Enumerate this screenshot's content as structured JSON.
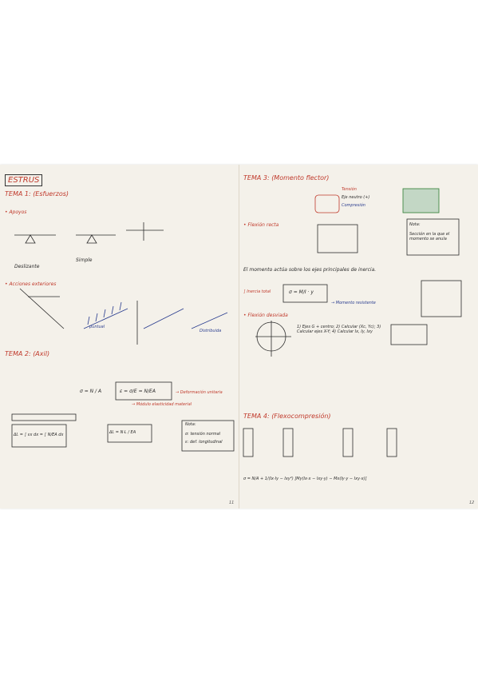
{
  "left_page": {
    "title": "ESTRUS",
    "tema1": "TEMA 1: (Esfuerzos)",
    "apoyos": "• Apoyos",
    "deslizante": "Deslizante",
    "simple": "Simple",
    "acciones": "• Acciones exteriores",
    "puntual": "puntual",
    "distribuida": "Distribuida",
    "tema2": "TEMA 2: (Axil)",
    "sigma_formula": "σ = N / A",
    "epsilon_formula": "ε = σ/E = N/EA",
    "def_unitaria": "→ Deformación unitaria",
    "modulo_elasticidad": "→ Módulo elasticidad material",
    "integral_formula": "ΔL = ∫ εx dx = ∫ N/EA dx",
    "result_formula": "ΔL = N·L / EA",
    "nota": "Nota:",
    "nota_line1": "σ: tensión normal",
    "nota_line2": "ε: def. longitudinal",
    "page_number": "11"
  },
  "right_page": {
    "tema3": "TEMA 3: (Momento flector)",
    "tension_label": "Tensión",
    "eje_neutro": "Eje neutro (+)",
    "compresion": "Compresión",
    "flexion_recta": "• Flexión recta",
    "nota_box": "Nota:",
    "nota_box_text": "Sección en la que el momento se anula",
    "principales": "El momento actúa sobre los ejes principales de inercia.",
    "integral_de_area": "∫ Inercia total",
    "sigma_flex": "σ = M/I · y",
    "momento_resistente": "→ Momento resistente",
    "flexion_desviada": "• Flexión desviada",
    "pasos": "1) Ejes G + centro; 2) Calcular (Xc, Yc); 3) Calcular ejes X-Y; 4) Calcular Ix, Iy, Ixy",
    "tema4": "TEMA 4: (Flexocompresión)",
    "sigma_final": "σ = N/A + 1/(Ix·Iy − Ixy²) [My(Ix·x − Ixy·y) − Mx(Iy·y − Ixy·x)]",
    "page_number": "12"
  }
}
